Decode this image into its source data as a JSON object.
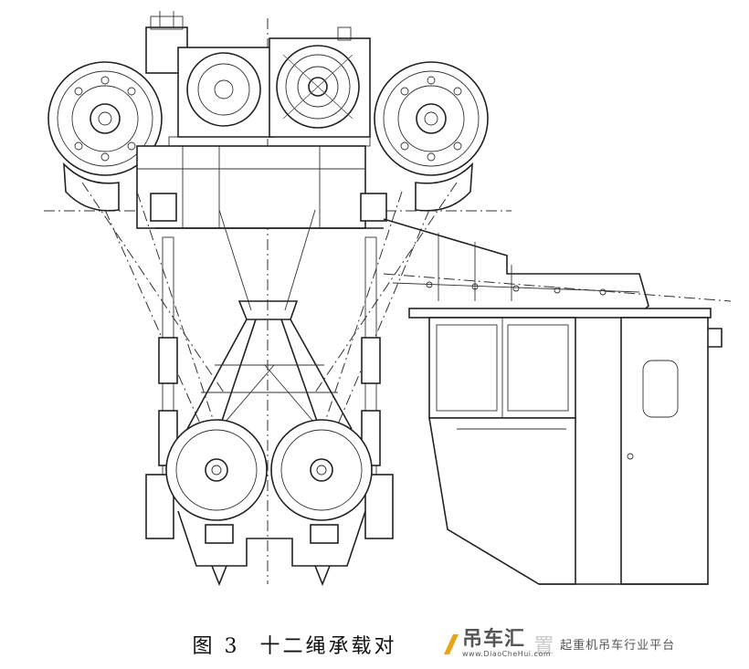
{
  "caption": {
    "figure_number": "图 3",
    "title": "十二绳承载对",
    "title_end": "置"
  },
  "watermark": {
    "brand": "吊车汇",
    "url": "www.DiaoCheHui.com",
    "slogan": "起重机吊车行业平台",
    "accent_color": "#e8a317"
  },
  "colors": {
    "line": "#222222",
    "background": "#ffffff"
  }
}
